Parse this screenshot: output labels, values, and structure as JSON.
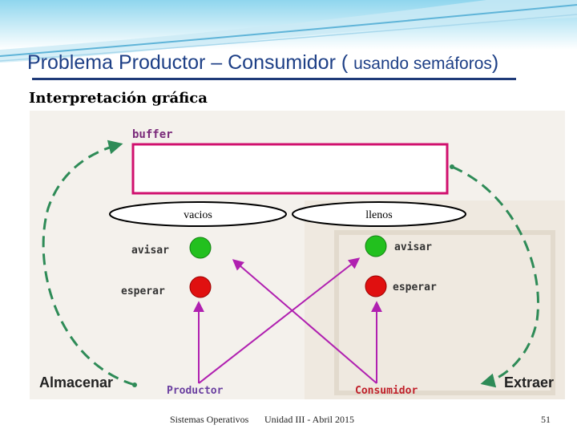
{
  "slide": {
    "title_main": "Problema Productor – Consumidor ( ",
    "title_small": "usando semáforos",
    "title_close": ")",
    "subtitle": "Interpretación gráfica"
  },
  "diagram": {
    "buffer_label": "buffer",
    "sem_left": "vacios",
    "sem_right": "llenos",
    "left_signal": "avisar",
    "left_wait": "esperar",
    "right_signal": "avisar",
    "right_wait": "esperar",
    "producer": "Productor",
    "consumer": "Consumidor",
    "store": "Almacenar",
    "extract": "Extraer",
    "colors": {
      "go": "#22c01e",
      "stop": "#e01010",
      "arrows": "#b020b0",
      "loop": "#2e8b57",
      "buffer_border": "#d0106e",
      "producer_text": "#6a3fa0",
      "consumer_text": "#c0202a"
    }
  },
  "footer": {
    "course": "Sistemas Operativos",
    "unit": "Unidad III -  Abril 2015",
    "page": "51"
  }
}
